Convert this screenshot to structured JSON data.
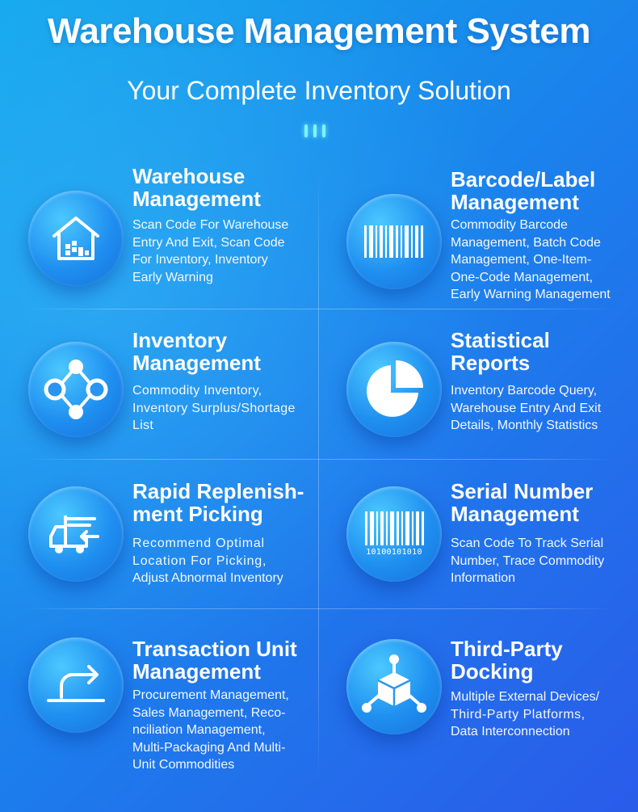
{
  "header": {
    "title": "Warehouse Management System",
    "subtitle": "Your Complete Inventory Solution"
  },
  "features": [
    {
      "icon": "warehouse-icon",
      "title_lines": [
        "Warehouse",
        "Management"
      ],
      "desc_lines": [
        "Scan Code For Warehouse",
        "Entry And Exit, Scan Code",
        "For Inventory, Inventory",
        "Early Warning"
      ]
    },
    {
      "icon": "barcode-icon",
      "title_lines": [
        "Barcode/Label",
        "Management"
      ],
      "desc_lines": [
        "Commodity Barcode",
        "Management, Batch Code",
        "Management, One-Item-",
        "One-Code Management,",
        "Early Warning Management"
      ]
    },
    {
      "icon": "network-nodes-icon",
      "title_lines": [
        "Inventory",
        "Management"
      ],
      "desc_lines": [
        "Commodity Inventory,",
        "Inventory Surplus/Shortage",
        "List"
      ]
    },
    {
      "icon": "pie-chart-icon",
      "title_lines": [
        "Statistical",
        "Reports"
      ],
      "desc_lines": [
        "Inventory Barcode Query,",
        "Warehouse Entry And Exit",
        "Details, Monthly Statistics"
      ]
    },
    {
      "icon": "delivery-truck-icon",
      "title_lines": [
        "Rapid Replenish-",
        "ment Picking"
      ],
      "desc_lines": [
        "Recommend Optimal",
        "Location For Picking,",
        "Adjust Abnormal Inventory"
      ]
    },
    {
      "icon": "serial-barcode-icon",
      "icon_text": "10100101010",
      "title_lines": [
        "Serial Number",
        "Management"
      ],
      "desc_lines": [
        "Scan Code To Track Serial",
        "Number, Trace Commodity",
        "Information"
      ]
    },
    {
      "icon": "return-arrow-icon",
      "title_lines": [
        "Transaction Unit",
        "Management"
      ],
      "desc_lines": [
        "Procurement Management,",
        "Sales Management, Reco-",
        "nciliation Management,",
        "Multi-Packaging And Multi-",
        "Unit Commodities"
      ]
    },
    {
      "icon": "cube-network-icon",
      "title_lines": [
        "Third-Party",
        "Docking"
      ],
      "desc_lines": [
        "Multiple External Devices/",
        "Third-Party Platforms,",
        "Data Interconnection"
      ]
    }
  ]
}
